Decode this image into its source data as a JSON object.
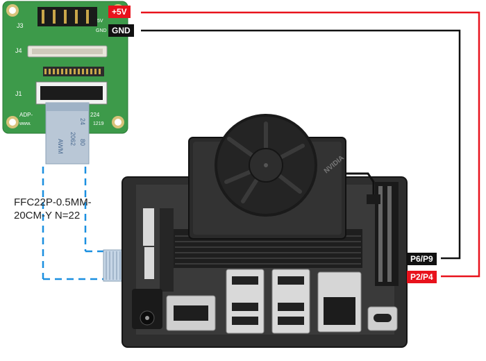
{
  "adapter": {
    "connector_j3": "J3",
    "connector_j4": "J4",
    "connector_j1": "J1",
    "pin_5v": "5V",
    "pin_gnd": "GND",
    "board_text": "ADP-",
    "board_code": "224",
    "board_url": "www.",
    "board_id": "1219",
    "ffc_print_1": "AWM",
    "ffc_print_2": "2062",
    "ffc_print_3": "24",
    "ffc_print_4": "80"
  },
  "wire_labels": {
    "plus5v": "+5V",
    "gnd": "GND",
    "p6p9": "P6/P9",
    "p2p4": "P2/P4"
  },
  "cable": {
    "line1": "FFC22P-0.5MM-",
    "line2": "20CM-Y N=22"
  },
  "devkit": {
    "brand": "NVIDIA"
  },
  "colors": {
    "red": "#e8121c",
    "black": "#111111",
    "dashed_blue": "#1a8fe0",
    "pcb_green": "#3d9a4a"
  }
}
